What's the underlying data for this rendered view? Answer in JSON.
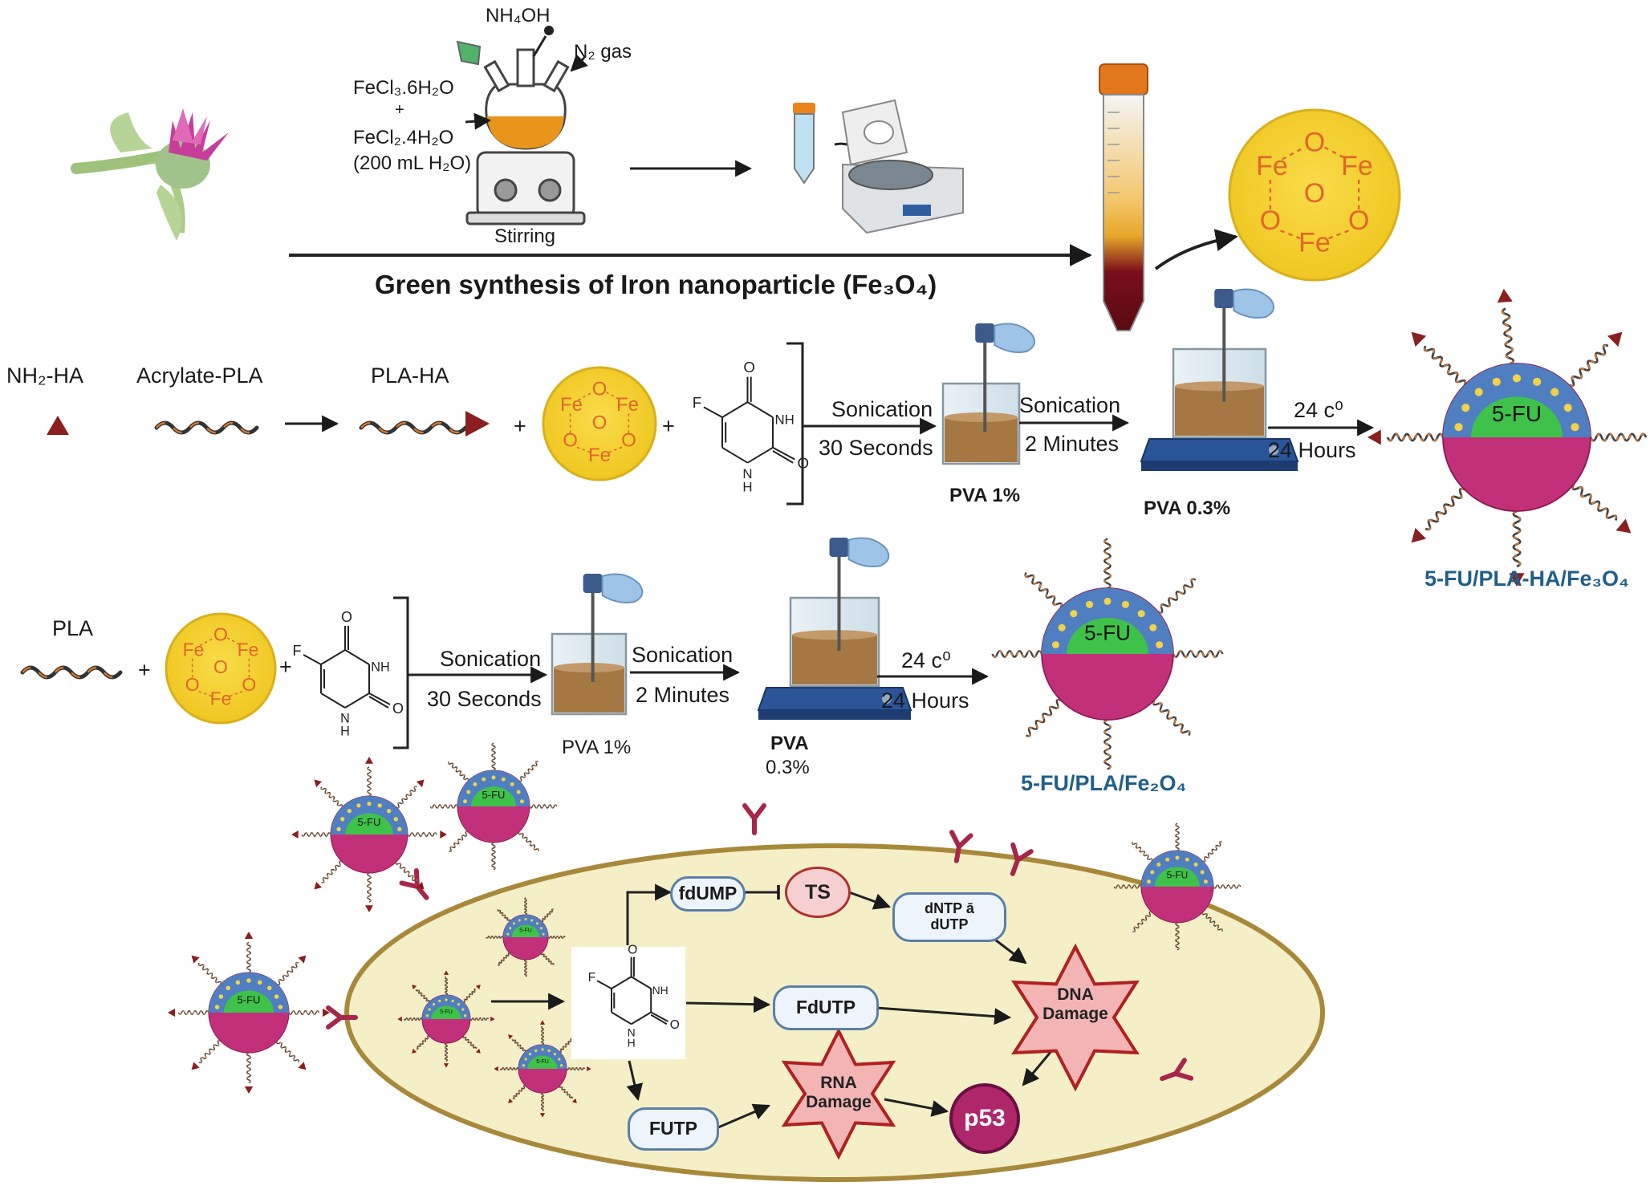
{
  "section1": {
    "reagent_nh4oh": "NH₄OH",
    "reagent_n2": "N₂ gas",
    "reagent_fecl3": "FeCl₃.6H₂O",
    "plus": "+",
    "reagent_fecl2": "FeCl₂.4H₂O",
    "reagent_water": "(200 mL H₂O)",
    "stirring": "Stirring",
    "title": "Green synthesis of Iron nanoparticle (Fe₃O₄)"
  },
  "fe3o4": {
    "fe": "Fe",
    "o": "O"
  },
  "section2": {
    "nh2_ha": "NH₂-HA",
    "acrylate_pla": "Acrylate-PLA",
    "pla_ha": "PLA-HA",
    "plus": "+",
    "sonication1": "Sonication",
    "time1": "30 Seconds",
    "sonication2": "Sonication",
    "time2": "2 Minutes",
    "pva1": "PVA 1%",
    "pva2": "PVA 0.3%",
    "temp": "24 c⁰",
    "hours": "24 Hours",
    "np_label": "5-FU",
    "product": "5-FU/PLA-HA/Fe₃O₄"
  },
  "section3": {
    "pla": "PLA",
    "plus": "+",
    "sonication1": "Sonication",
    "time1": "30 Seconds",
    "sonication2": "Sonication",
    "time2": "2 Minutes",
    "pva1": "PVA 1%",
    "pva2a": "PVA",
    "pva2b": "0.3%",
    "temp": "24 c⁰",
    "hours": "24 Hours",
    "np_label": "5-FU",
    "product": "5-FU/PLA/Fe₂O₄"
  },
  "fu_structure": {
    "f": "F",
    "o": "O",
    "nh": "NH",
    "h": "H",
    "n": "N"
  },
  "cell": {
    "np_label": "5-FU",
    "fdump": "fdUMP",
    "ts": "TS",
    "dntp_line1": "dNTP ā",
    "dntp_line2": "dUTP",
    "fdutp": "FdUTP",
    "futp": "FUTP",
    "dna_line1": "DNA",
    "dna_line2": "Damage",
    "rna_line1": "RNA",
    "rna_line2": "Damage",
    "p53": "p53"
  },
  "colors": {
    "np_pink": "#c2307a",
    "np_blue": "#4f7fc0",
    "np_green": "#3fc24a",
    "fe3o4_yellow": "#f2cf2e",
    "cell_fill": "#f5efc8",
    "cell_border": "#a8893a",
    "ha_triangle": "#8b1e1e",
    "star_fill": "#f3b4b4",
    "star_border": "#b02020"
  }
}
